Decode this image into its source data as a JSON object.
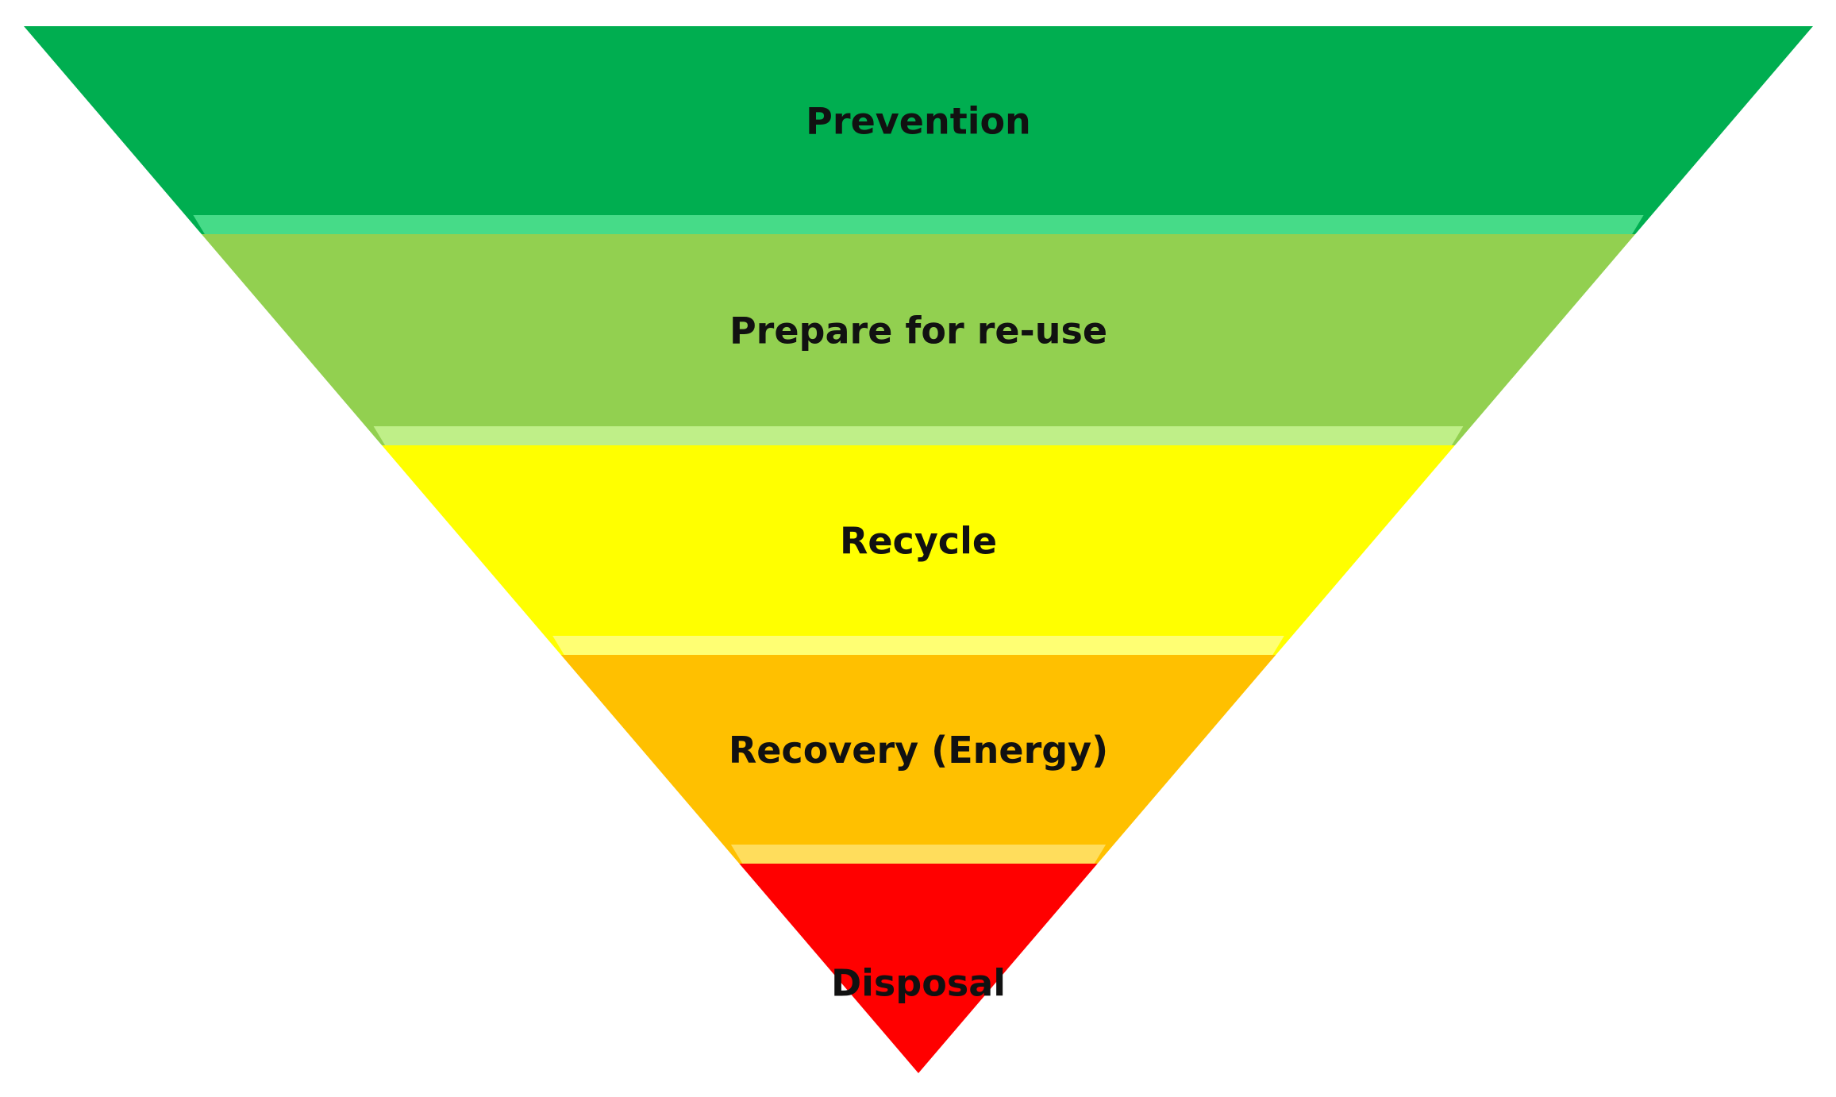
{
  "hierarchy": {
    "tiers": [
      {
        "label": "Prevention",
        "color": "#00ae50",
        "bevel": "#4ee08e"
      },
      {
        "label": "Prepare for re-use",
        "color": "#92d050",
        "bevel": "#c4f28e"
      },
      {
        "label": "Recycle",
        "color": "#ffff00",
        "bevel": "#ffff80"
      },
      {
        "label": "Recovery (Energy)",
        "color": "#ffc000",
        "bevel": "#ffe066"
      },
      {
        "label": "Disposal",
        "color": "#ff0000",
        "bevel": "#ff6666"
      }
    ]
  }
}
